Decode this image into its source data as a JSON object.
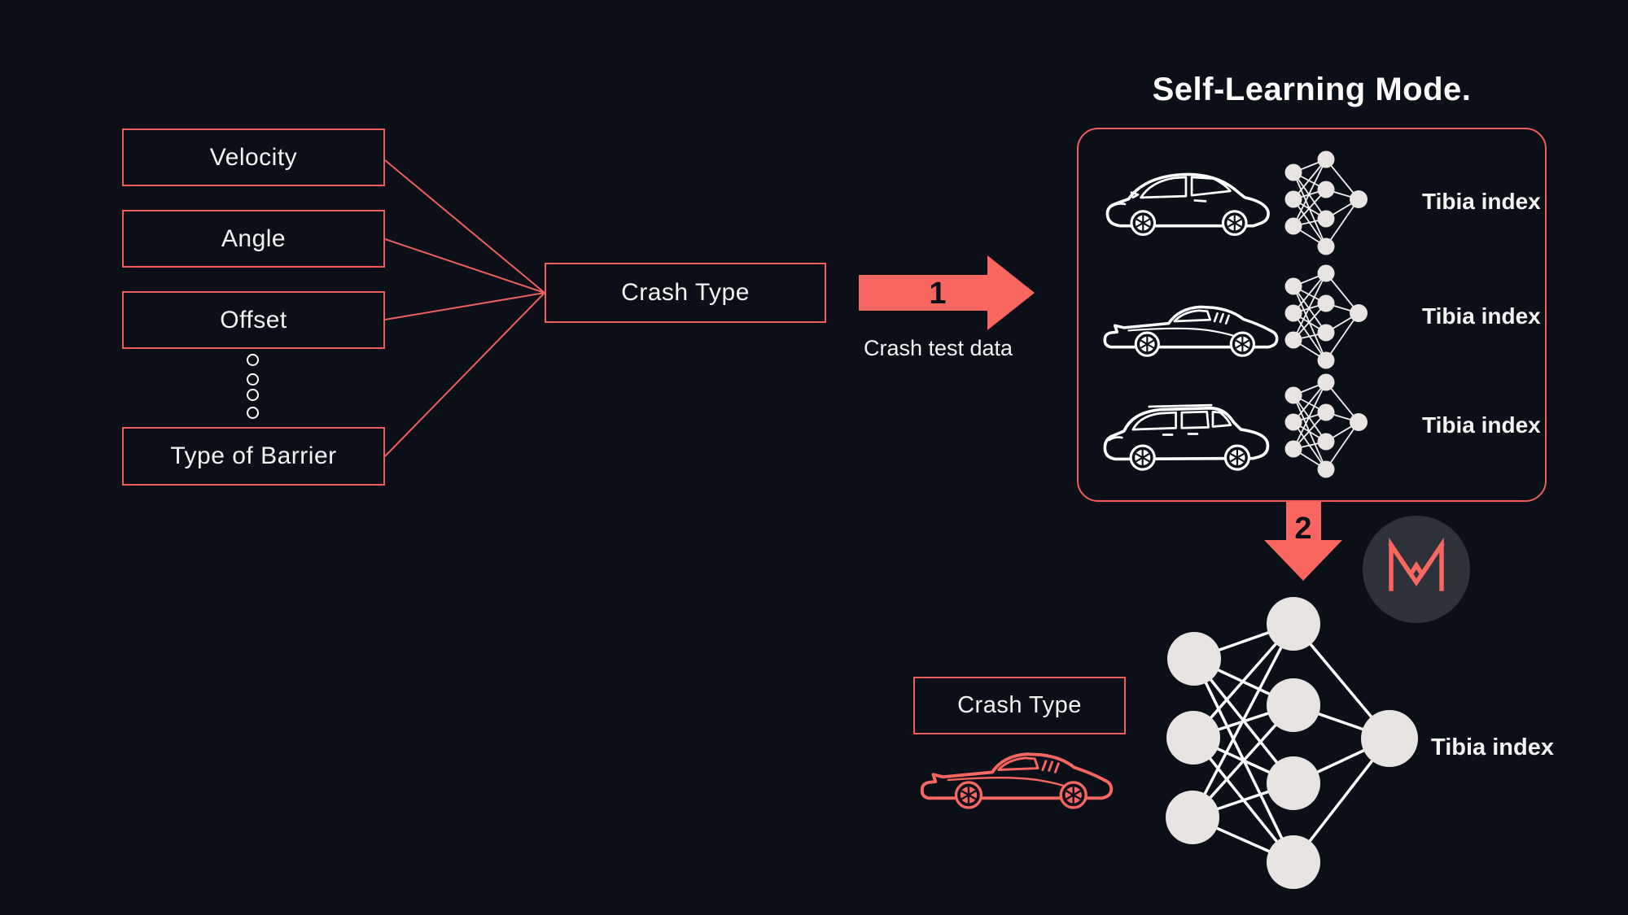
{
  "title": "Self-Learning Mode.",
  "colors": {
    "background": "#0a0f18",
    "accent": "#fa6660",
    "outline": "#ee5f5c",
    "text": "#f5f3f1",
    "node": "#e8e4e1",
    "logo_circle": "#2d323a",
    "step_number": "#0a0f18"
  },
  "input_parameters": {
    "items": [
      {
        "label": "Velocity"
      },
      {
        "label": "Angle"
      },
      {
        "label": "Offset"
      },
      {
        "label": "Type of Barrier"
      }
    ],
    "ellipsis_dot_count": 4
  },
  "crash_type": {
    "label": "Crash Type"
  },
  "step_1": {
    "number": "1",
    "caption": "Crash test data"
  },
  "self_learning_panel": {
    "rows": [
      {
        "car": "hatchback",
        "output_label": "Tibia index"
      },
      {
        "car": "muscle-car",
        "output_label": "Tibia index"
      },
      {
        "car": "suv",
        "output_label": "Tibia index"
      }
    ]
  },
  "step_2": {
    "number": "2"
  },
  "prediction": {
    "crash_type_label": "Crash Type",
    "output_label": "Tibia index"
  }
}
